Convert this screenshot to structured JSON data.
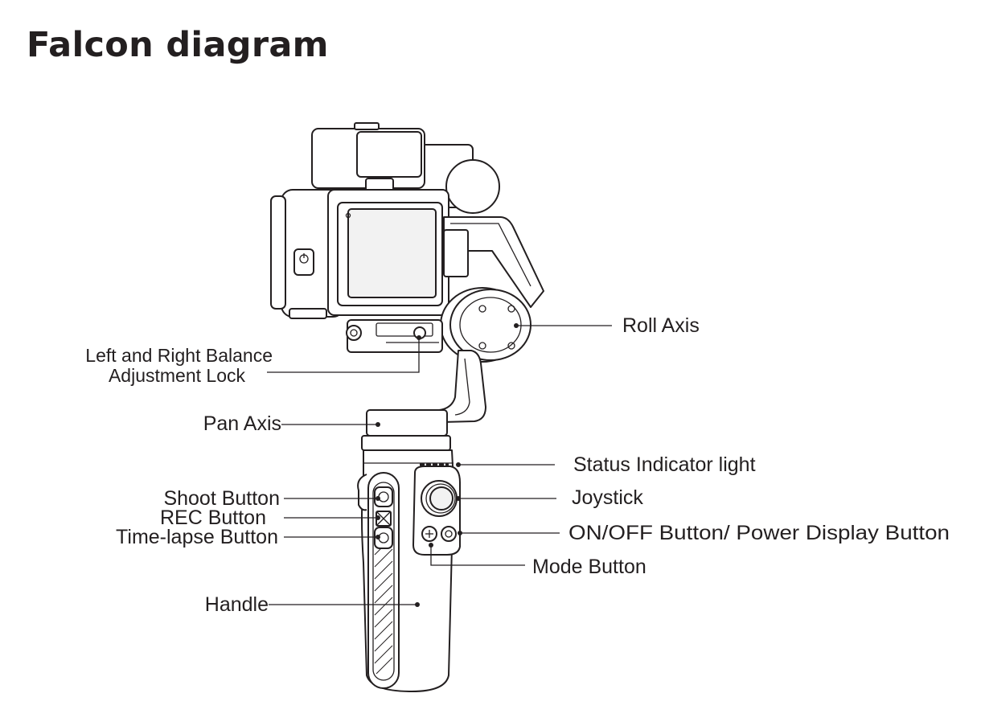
{
  "title": "Falcon diagram",
  "labels": {
    "roll_axis": "Roll Axis",
    "balance_lock_line1": "Left and Right Balance",
    "balance_lock_line2": "Adjustment Lock",
    "pan_axis": "Pan Axis",
    "status_light": "Status Indicator light",
    "shoot_button": "Shoot Button",
    "rec_button": "REC Button",
    "timelapse_button": "Time-lapse Button",
    "joystick": "Joystick",
    "onoff_button": "ON/OFF Button/ Power Display Button",
    "mode_button": "Mode Button",
    "handle": "Handle"
  }
}
